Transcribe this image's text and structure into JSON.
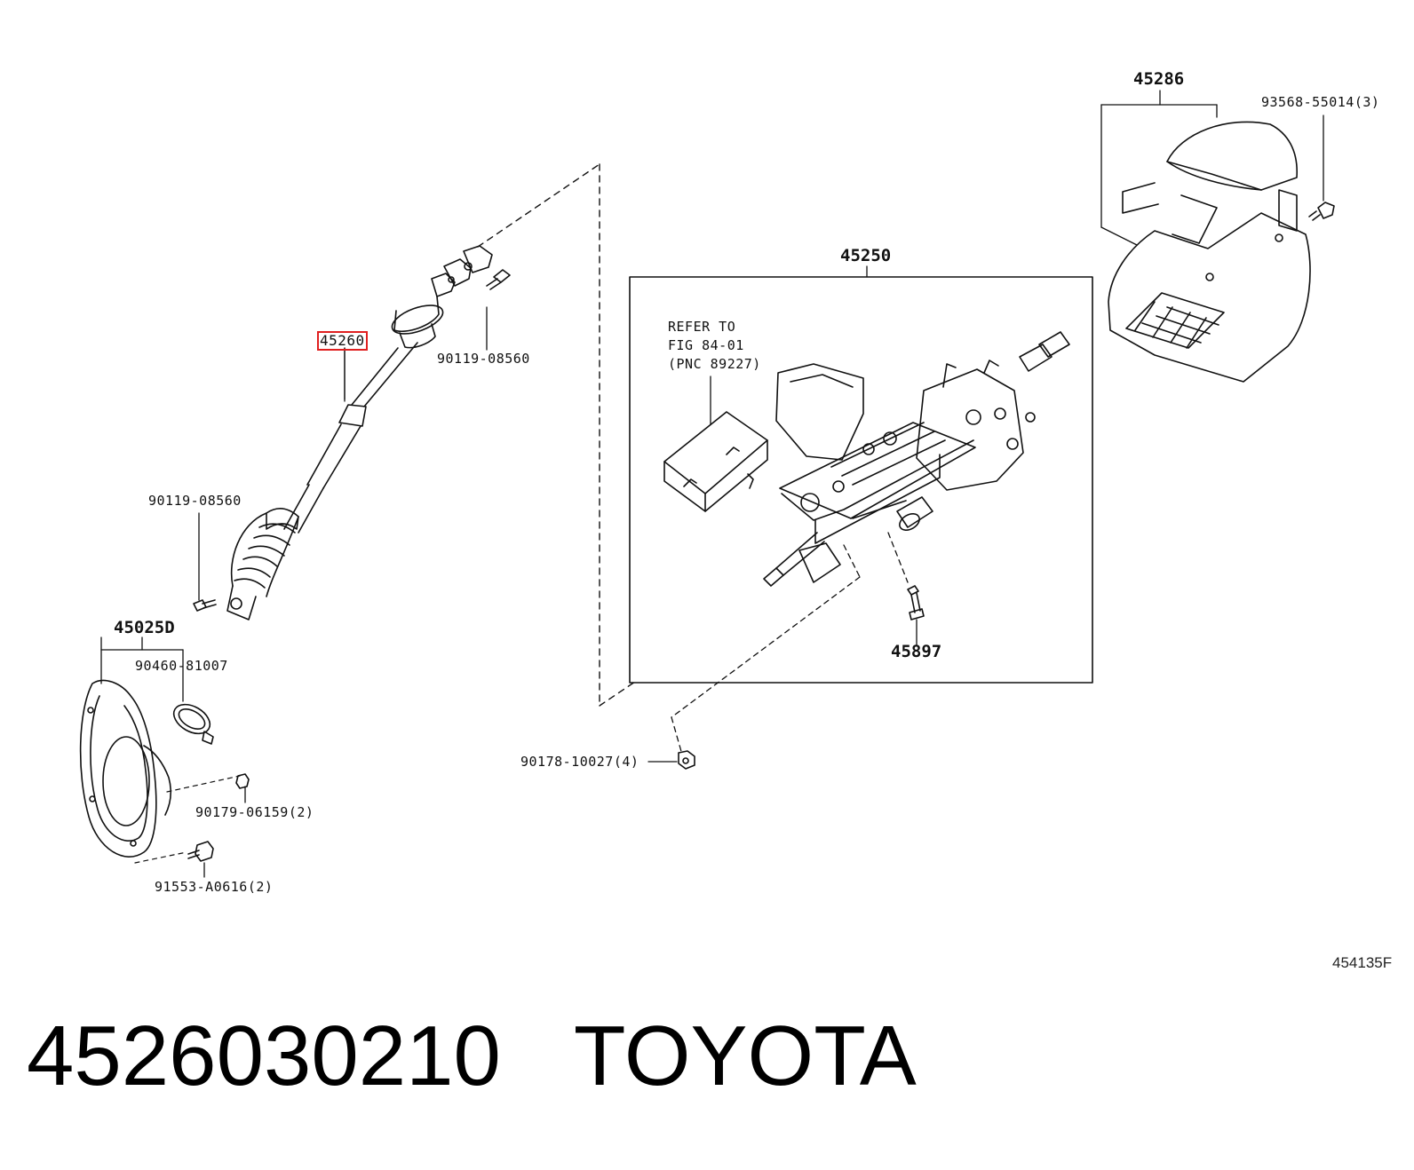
{
  "callouts": {
    "c45286": "45286",
    "c93568": "93568-55014(3)",
    "c45250": "45250",
    "c45260": "45260",
    "c90119_top": "90119-08560",
    "c90119_left": "90119-08560",
    "c45025d": "45025D",
    "c90460": "90460-81007",
    "c90179": "90179-06159(2)",
    "c91553": "91553-A0616(2)",
    "c90178": "90178-10027(4)",
    "c45897": "45897"
  },
  "refer_note": [
    "REFER TO",
    "FIG 84-01",
    "(PNC 89227)"
  ],
  "figure_code": "454135F",
  "footer": {
    "part_number": "4526030210",
    "brand": "TOYOTA"
  },
  "highlight_color": "#e02020"
}
